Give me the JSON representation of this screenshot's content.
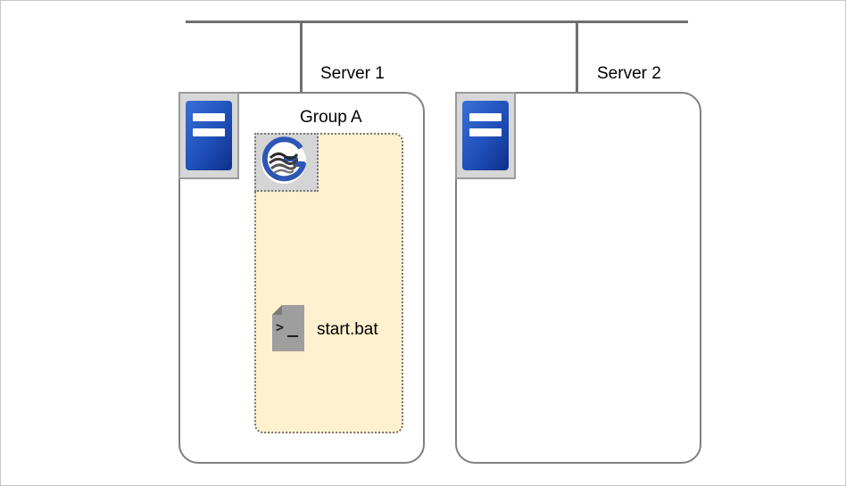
{
  "network": {
    "name": "network-bus"
  },
  "servers": [
    {
      "id": "server-1",
      "label": "Server 1",
      "icon": "server-icon"
    },
    {
      "id": "server-2",
      "label": "Server 2",
      "icon": "server-icon"
    }
  ],
  "group": {
    "label": "Group A",
    "resource_icon": "cluster-resource-icon",
    "script": {
      "icon": "script-file-icon",
      "label": "start.bat"
    }
  },
  "colors": {
    "line": "#6f6f6f",
    "server_blue": "#1f4fb8",
    "group_fill": "#fff1cf",
    "badge_gray": "#d7d7d7"
  }
}
